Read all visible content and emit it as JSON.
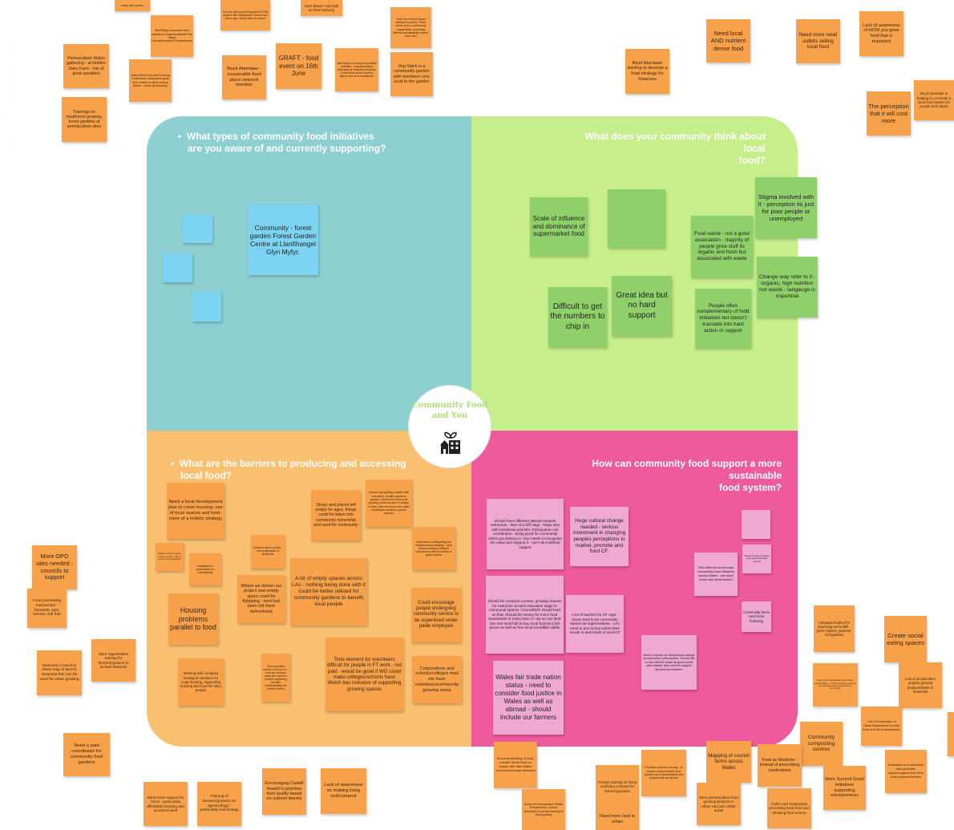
{
  "center": {
    "title_line1": "Community Food",
    "title_line2": "and You",
    "icon": "garden-house-icon"
  },
  "quadrants": {
    "blue": {
      "title_line1": "What types of community food initiatives",
      "title_line2": "are you aware of and currently supporting?",
      "color": "#8ecfd2"
    },
    "green": {
      "title_line1": "What does your community think about local",
      "title_line2": "food?",
      "color": "#c6ee8a"
    },
    "orange": {
      "title_line1": "What are the barriers to producing and accessing",
      "title_line2": "local food?",
      "color": "#f9c072"
    },
    "pink": {
      "title_line1": "How can community food support a more sustainable",
      "title_line2": "food system?",
      "color": "#ef5a9c"
    }
  },
  "side_labels": [
    "...",
    "...",
    "...",
    "...",
    "...",
    "...",
    "...",
    "...",
    "...",
    "...",
    "...",
    "..."
  ],
  "notes": {
    "top_left": [
      "really nice photos",
      "4theRegion promotes food activities in Swansea/Neath Port Talbot, Carmarthenshire/Pembrokeshire",
      "Can for aid a social supported CSA project with Bishopston School two years ago, which was so scarce",
      "Ham Beach nuts bell on their balcony",
      "There is a Project based allotment success. There needs to be a community organisation, promoting different sustainability scales, food, land",
      "Permaculture Wales gathering - at Holden Dairy Farm - lots of great speakers",
      "Wales Real Food and Farming Conference showcases great food related projects across Wales - needs sponsorship",
      "Beyd Abertawe - sustainable food place network member",
      "GRAFT - food event on 16th June",
      "4theRegion is doing food related activities - supported Beyd Abertawe at Swansea Business Conference at the Arena in March and ran a 'foodscene'",
      "Veg Vatch is a community garden with members very local to the garden",
      "Trainings on mushroom growing, forest gardens at permaculture sites"
    ],
    "top_right": [
      "Beyd Abertawe starting to develop a food strategy for Swansea",
      "Need local AND nutrient dense food",
      "Need more retail outlets selling local food",
      "Lack of awareness of HOW you grow food that is important",
      "Beyd Abertawe is helping to co-create a local food system for people and nature",
      "The perception that it will cost more"
    ],
    "blue": [
      "Community - forest garden Forest Garden Centre at Llanfihangel Glyn Myfyr."
    ],
    "green": [
      "Scale of influence and dominance of supermarket food",
      "Stigma involved with it - perception its just for poor people or unemployed",
      "Food waste - not a good association - majority of people grow stuff its organic and fresh but associated with waste",
      "Change way refer to it - organic, high nutrition not waste - langauge is importnat",
      "Difficult to get the numbers to chip in",
      "Great idea but no hard support",
      "People often complementary of fodd initiatives but doesn't translate into hard action or support"
    ],
    "orange": [
      "Need a local development plan to cover housing, use of local spaces and food- more of a holistic strategy",
      "Shops and places left empty for ages, things could be taken into community ownership and used for community",
      "Houses are getting smaller with new devs, smaller gardens spaces, should be communal growing areas as part of design to start, also for those who have insufficient access to green spaces",
      "Need to ensure people to focus on this - way to get a lot of things done",
      "Access to land is critical - overcomplication of allotments",
      "Importance of integrating into neighbourhood strategy - local issues including transport important as well as access to green spaces",
      "Limitations to governance on volunteering",
      "Where we deliver our project was empty space used for flytipping - land had been left there beforehand",
      "A lot of empty spaces across LAs - nothing being done with it could be better utilised for community gardens to benefit local people",
      "Housing problems parallel to food",
      "Could encourage people undergoing community service to be supervised under paide employee",
      "Meeting with company looking at solutions for coop housing, supporting housing and food for other people",
      "Time and effort needed to be put in - from an involved basis who aren't in need in supporting but also understanding the need of others",
      "Time element for volunteers difficult for people in FT work - not paid - would be good if WG could make colleges/schools have Welsh bac inclusive of supporting growing spaces",
      "Corporations and schools/colleges mad eto have volunteers/community growing areas"
    ],
    "pink": [
      "Should have different attitude towards retirement - less of a cliff edge - helps also with loneliness and MH. Participation not contribution - doing good for community which you belong to. Gov needs to recognise the value and support it - can't do it without support",
      "Huge cultural change needed - serious investment in changing peoples perceptions to market, promote and fund CF.",
      "Should be compost courses, growing classes for everyone at each education stage in communal spaces. Council/WG should lead on that. Should be money for micro food businesses in every town or city so can feed into one local hub to buy local food at a fair prices as well as free local incredible edible",
      "A lot of barriers for CF orgs - doess tend to be community based not supermarkets - LAs need to put money where their mouth is and invest in local CF",
      "Pilot different small scale community food initiatives across Wales - see what works and what doesn't",
      "Should be able to access loan support through council",
      "Community farms need more financing",
      "Need to speed up behavioural change around meat consumption. Should like to see UK/WG make all govt events plant based. Also need to support farmers to transition.",
      "Wales fair trade nation status - need to consider food justice in Wales as well as abroad - should include our farmers"
    ],
    "bottom_left": [
      "More OPD sites needed - councils to support",
      "Food processing businesses - farmants, nuts, berries, soft fruit",
      "Swansea Council to share map of land in Swansea that can be used for urban growing",
      "More regenerative training for farmers/growers to include livestock",
      "Need a paid coordinator for community food gardens",
      "Need more support for CSAs - particularly affordable housing and access to land",
      "Training of farmers/growers on agroecology - particularly soil biology",
      "Encouraging Castell Howell to prioritise food quality based on nutrient density",
      "Lack of awareness on making living soil/compost"
    ],
    "bottom_right": [
      "Social prescribing of local, nutrient dense food for people with diet related noncommunicable diseases",
      "Scope for Permaculture Wales (Pacamaethu Cymru) members to provide training in food growing",
      "Provide training for living soil/living compost for farmers/growers",
      "Need more land in urban",
      "Prioritise nutrition security - to ensure nutrient dense food packed full of antioxidants and polyphenols are grown",
      "Mapping of council farms across Wales",
      "More permaculture food growing projects in urban and peri urban areas",
      "Community composting centres",
      "Food as Medicine - instead of prescribing medications",
      "Cafes and restaurants promoting local food and showing food source",
      "More Summit Good initiatives supporting entrepreneurs",
      "Adequate funding for improving soil health - green spaces, gardens, roof gardens",
      "Create social eating spaces",
      "Have more Sustainable Food Places across Wales - so there are key points for the pinnacle and a central hub for community",
      "Lots of permaculture projects growing produce/plants to share/sell",
      "Link in Federation of Small Businesses to help food and drink businesses",
      "Subsidies for businesses that purchase agroecological food from local growers/farmers"
    ]
  }
}
